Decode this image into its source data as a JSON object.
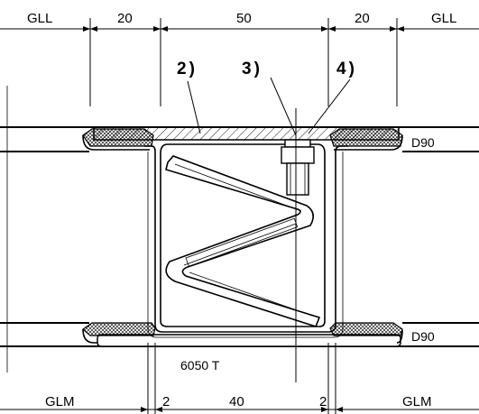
{
  "top_dimensions": {
    "left_gll": "GLL",
    "left_20": "20",
    "center_50": "50",
    "right_20": "20",
    "right_gll": "GLL"
  },
  "callouts": {
    "c2": "2)",
    "c3": "3)",
    "c4": "4)"
  },
  "labels": {
    "d90_top": "D90",
    "d90_bottom": "D90",
    "profile": "6050 T"
  },
  "bottom_dimensions": {
    "left_glm": "GLM",
    "left_2": "2",
    "center_40": "40",
    "right_2": "2",
    "right_glm": "GLM"
  }
}
